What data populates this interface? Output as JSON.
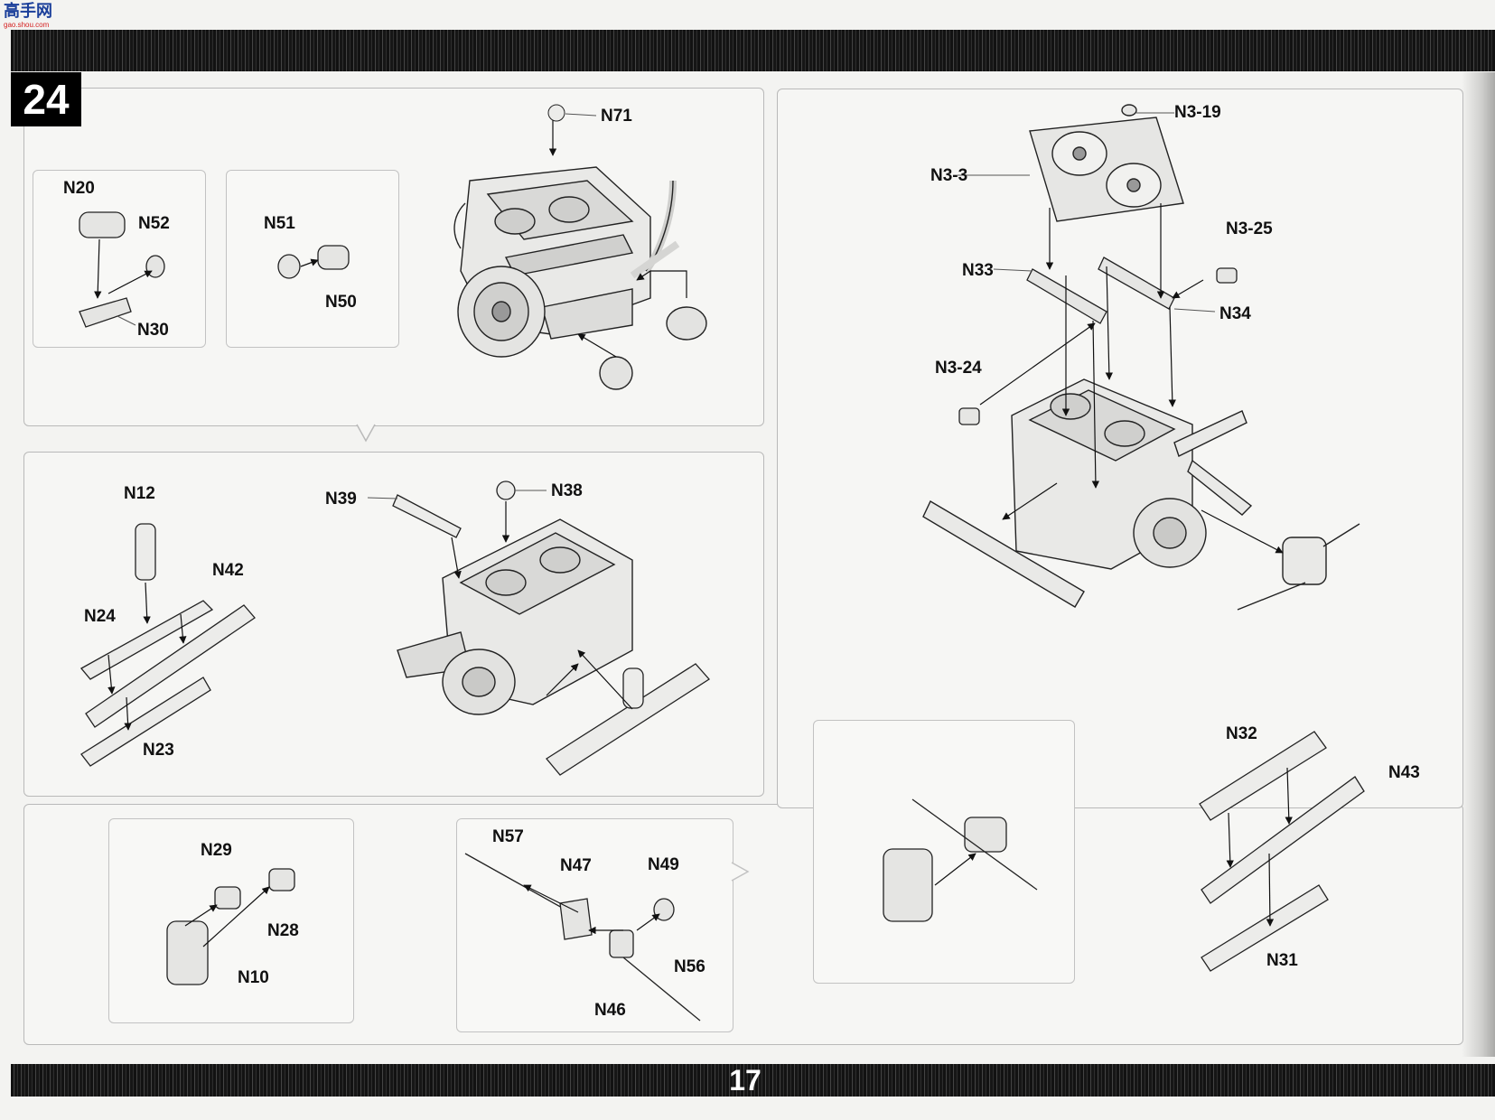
{
  "logo": {
    "text": "高手网",
    "subtext": "gao.shou.com"
  },
  "step": "24",
  "page_number": "17",
  "parts": {
    "N71": "N71",
    "N20": "N20",
    "N52": "N52",
    "N30": "N30",
    "N51": "N51",
    "N50": "N50",
    "N12": "N12",
    "N42": "N42",
    "N24": "N24",
    "N23": "N23",
    "N39": "N39",
    "N38": "N38",
    "N29": "N29",
    "N28": "N28",
    "N10": "N10",
    "N57": "N57",
    "N47": "N47",
    "N49": "N49",
    "N56": "N56",
    "N46": "N46",
    "N3_19": "N3-19",
    "N3_3": "N3-3",
    "N3_25": "N3-25",
    "N33": "N33",
    "N34": "N34",
    "N3_24": "N3-24",
    "N32": "N32",
    "N43": "N43",
    "N31": "N31"
  },
  "icons": [
    "engine-block-icon",
    "pulley-icon",
    "pipe-icon",
    "radiator-fan-icon",
    "muffler-icon",
    "arrow-icon"
  ]
}
